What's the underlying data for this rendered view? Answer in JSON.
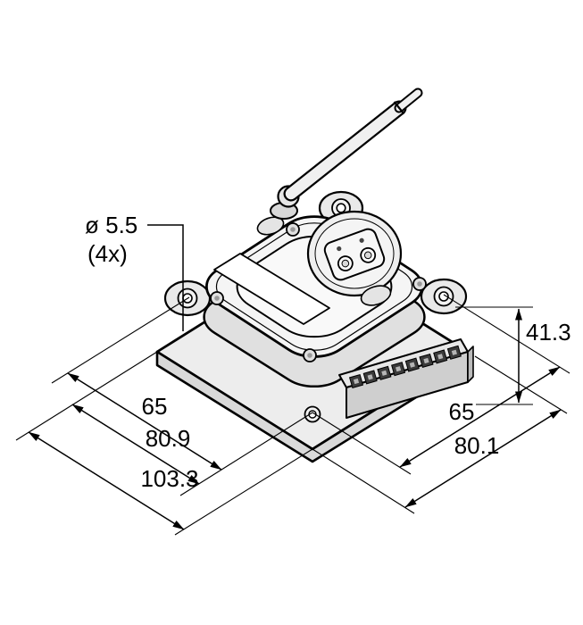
{
  "drawing": {
    "labels": {
      "hole_diameter": "ø 5.5",
      "hole_count": "(4x)",
      "height": "41.3",
      "left_inner": "65",
      "left_mid": "80.9",
      "left_outer": "103.3",
      "right_inner": "65",
      "right_outer": "80.1"
    },
    "terminal_count": 8,
    "ink_color": "#000000",
    "paper_color": "#ffffff"
  }
}
